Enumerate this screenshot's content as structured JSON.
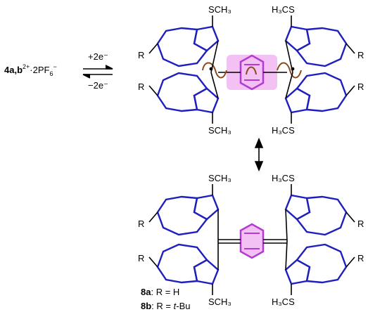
{
  "reactant": {
    "prefix": "4a,b",
    "sup": "2+",
    "rest": "·2PF",
    "sub": "6",
    "tail": "−"
  },
  "arrows": {
    "forward": "+2e⁻",
    "backward": "−2e⁻"
  },
  "substituents": {
    "r": "R",
    "sch3": "SCH₃",
    "h3cs": "H₃CS"
  },
  "legend": [
    {
      "id": "8a",
      "text": ": R = H"
    },
    {
      "id": "8b",
      "text": ": R = ",
      "italic": "t",
      "tail": "-Bu"
    }
  ],
  "colors": {
    "azulene": "#1f1fbf",
    "bridge": "#b43ad1",
    "highlight": "#f3c1f4",
    "rotation": "#8b4a1d",
    "text": "#000000"
  }
}
